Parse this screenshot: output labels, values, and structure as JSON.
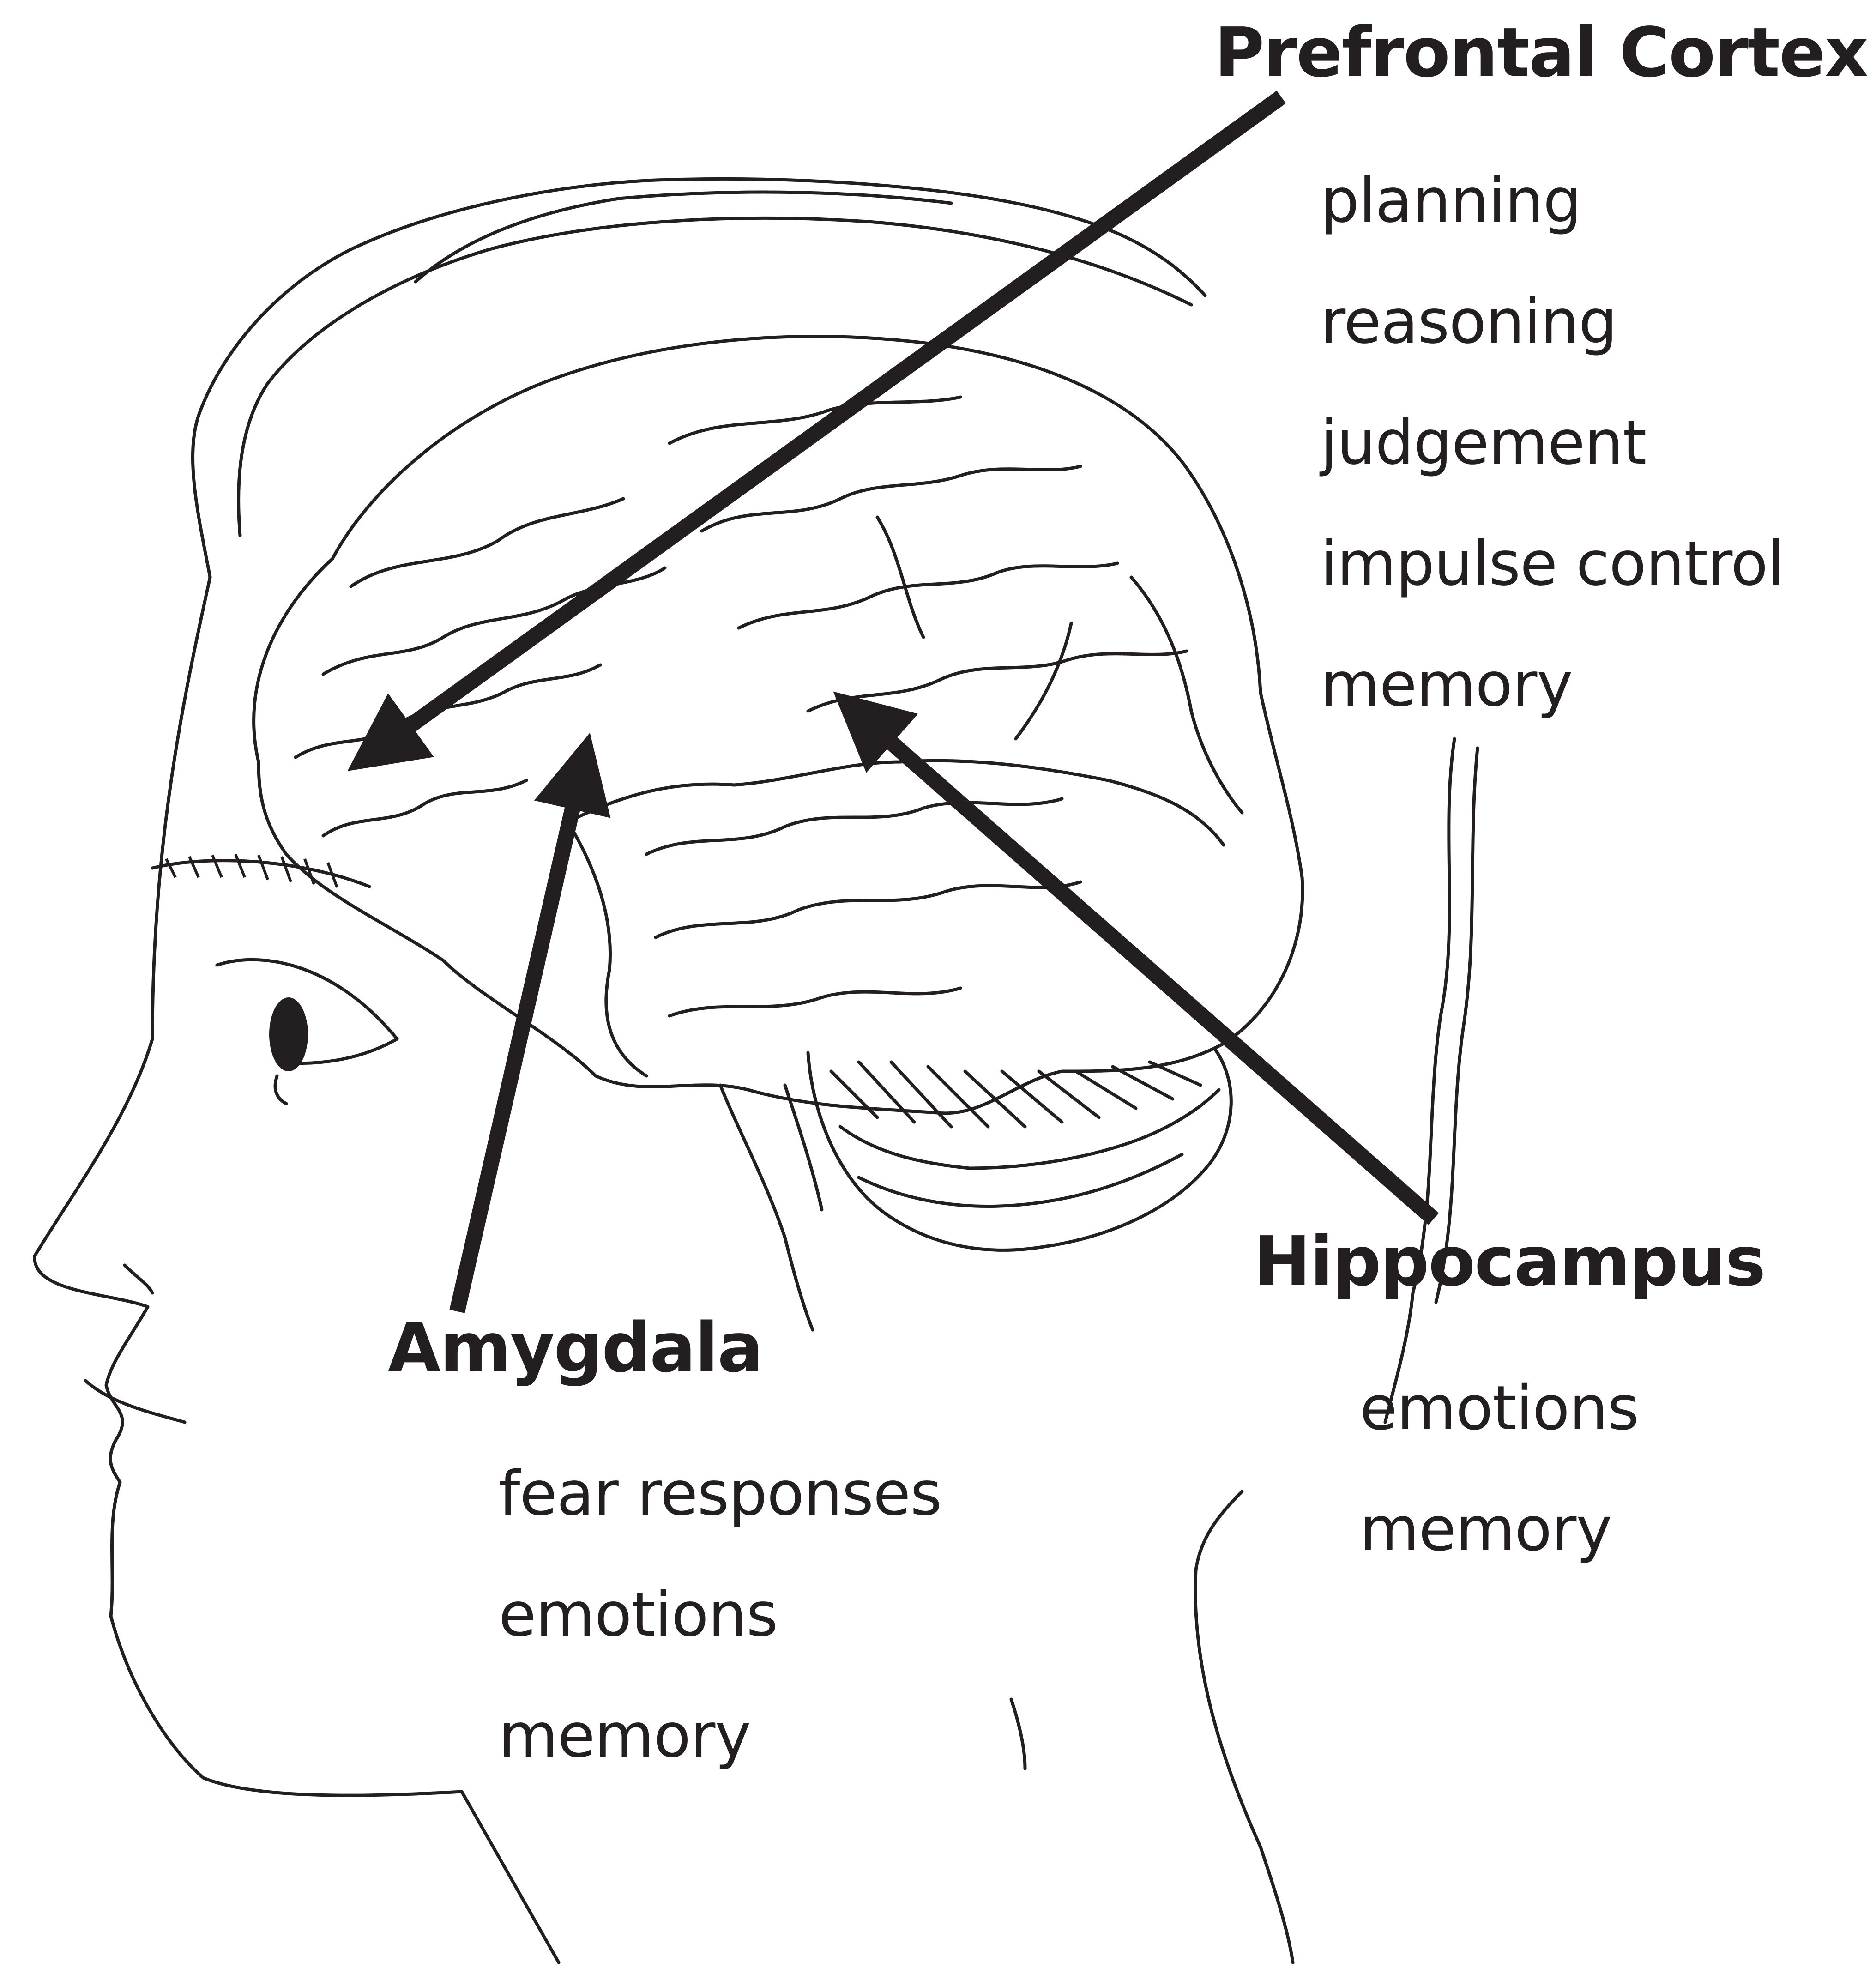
{
  "regions": [
    {
      "id": "prefrontal-cortex",
      "label": "Prefrontal Cortex",
      "functions": [
        "planning",
        "reasoning",
        "judgement",
        "impulse control",
        "memory"
      ]
    },
    {
      "id": "amygdala",
      "label": "Amygdala",
      "functions": [
        "fear responses",
        "emotions",
        "memory"
      ]
    },
    {
      "id": "hippocampus",
      "label": "Hippocampus",
      "functions": [
        "emotions",
        "memory"
      ]
    }
  ],
  "colors": {
    "ink": "#231f20",
    "background": "#ffffff"
  }
}
